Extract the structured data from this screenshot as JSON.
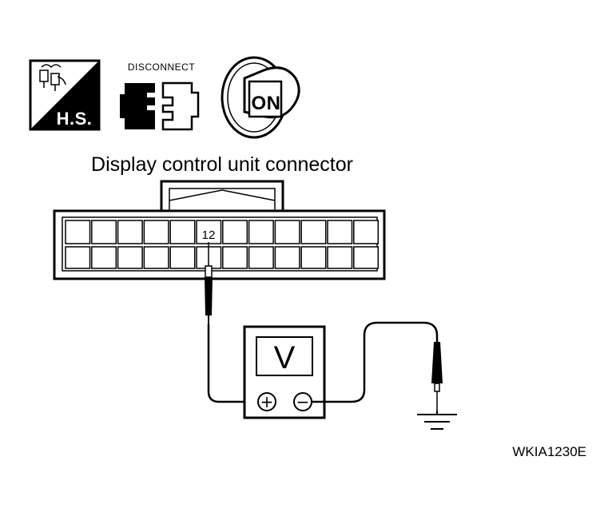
{
  "condition_icons": {
    "harness_label": "H.S.",
    "disconnect_label": "DISCONNECT",
    "ignition_label": "ON"
  },
  "connector": {
    "title": "Display control unit connector",
    "pin_label": "12"
  },
  "meter": {
    "label": "V",
    "positive_symbol": "+",
    "negative_symbol": "−"
  },
  "figure_code": "WKIA1230E"
}
